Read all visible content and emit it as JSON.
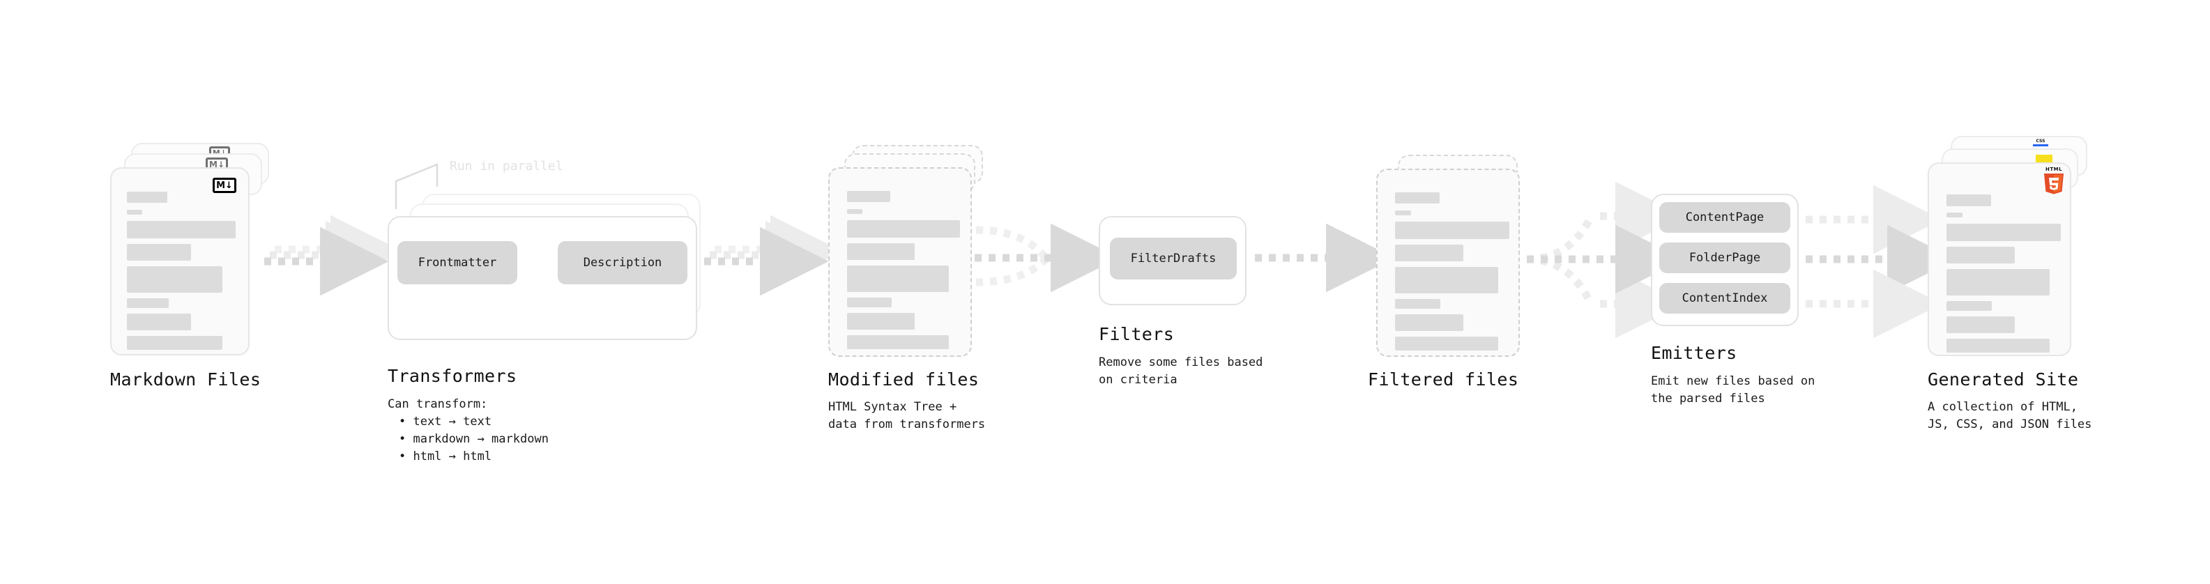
{
  "diagram": {
    "title_sequence": [
      "Markdown Files",
      "Transformers",
      "Modified files",
      "Filters",
      "Filtered files",
      "Emitters",
      "Generated Site"
    ]
  },
  "stages": {
    "markdown": {
      "title": "Markdown Files",
      "badge_label": "M",
      "badge_icon": "markdown-badge"
    },
    "transformers": {
      "title": "Transformers",
      "parallel_note": "Run in parallel",
      "desc_head": "Can transform:",
      "bullets": [
        "• text → text",
        "• markdown → markdown",
        "• html → html"
      ],
      "nodes": [
        "Frontmatter",
        "Description"
      ]
    },
    "modified": {
      "title": "Modified files",
      "desc_line1": "HTML Syntax Tree +",
      "desc_line2": "data from transformers"
    },
    "filters": {
      "title": "Filters",
      "desc_line1": "Remove some files based",
      "desc_line2": "on criteria",
      "nodes": [
        "FilterDrafts"
      ]
    },
    "filtered": {
      "title": "Filtered files"
    },
    "emitters": {
      "title": "Emitters",
      "desc_line1": "Emit new files based on",
      "desc_line2": "the parsed files",
      "nodes": [
        "ContentPage",
        "FolderPage",
        "ContentIndex"
      ]
    },
    "generated": {
      "title": "Generated Site",
      "desc_line1": "A collection of HTML,",
      "desc_line2": "JS, CSS, and JSON files",
      "badges": [
        "css-badge",
        "js-badge",
        "html5-badge"
      ],
      "css_label": "CSS",
      "html_label": "HTML",
      "html_digit": "5"
    }
  },
  "colors": {
    "bar": "#dcdcdc",
    "chip": "#d8d8d8",
    "card_border": "#e6e6e6",
    "arrow": "#d9d9d9",
    "html5": "#e44d26",
    "css3": "#2965f1",
    "js": "#f7df1e",
    "text": "#111111"
  }
}
